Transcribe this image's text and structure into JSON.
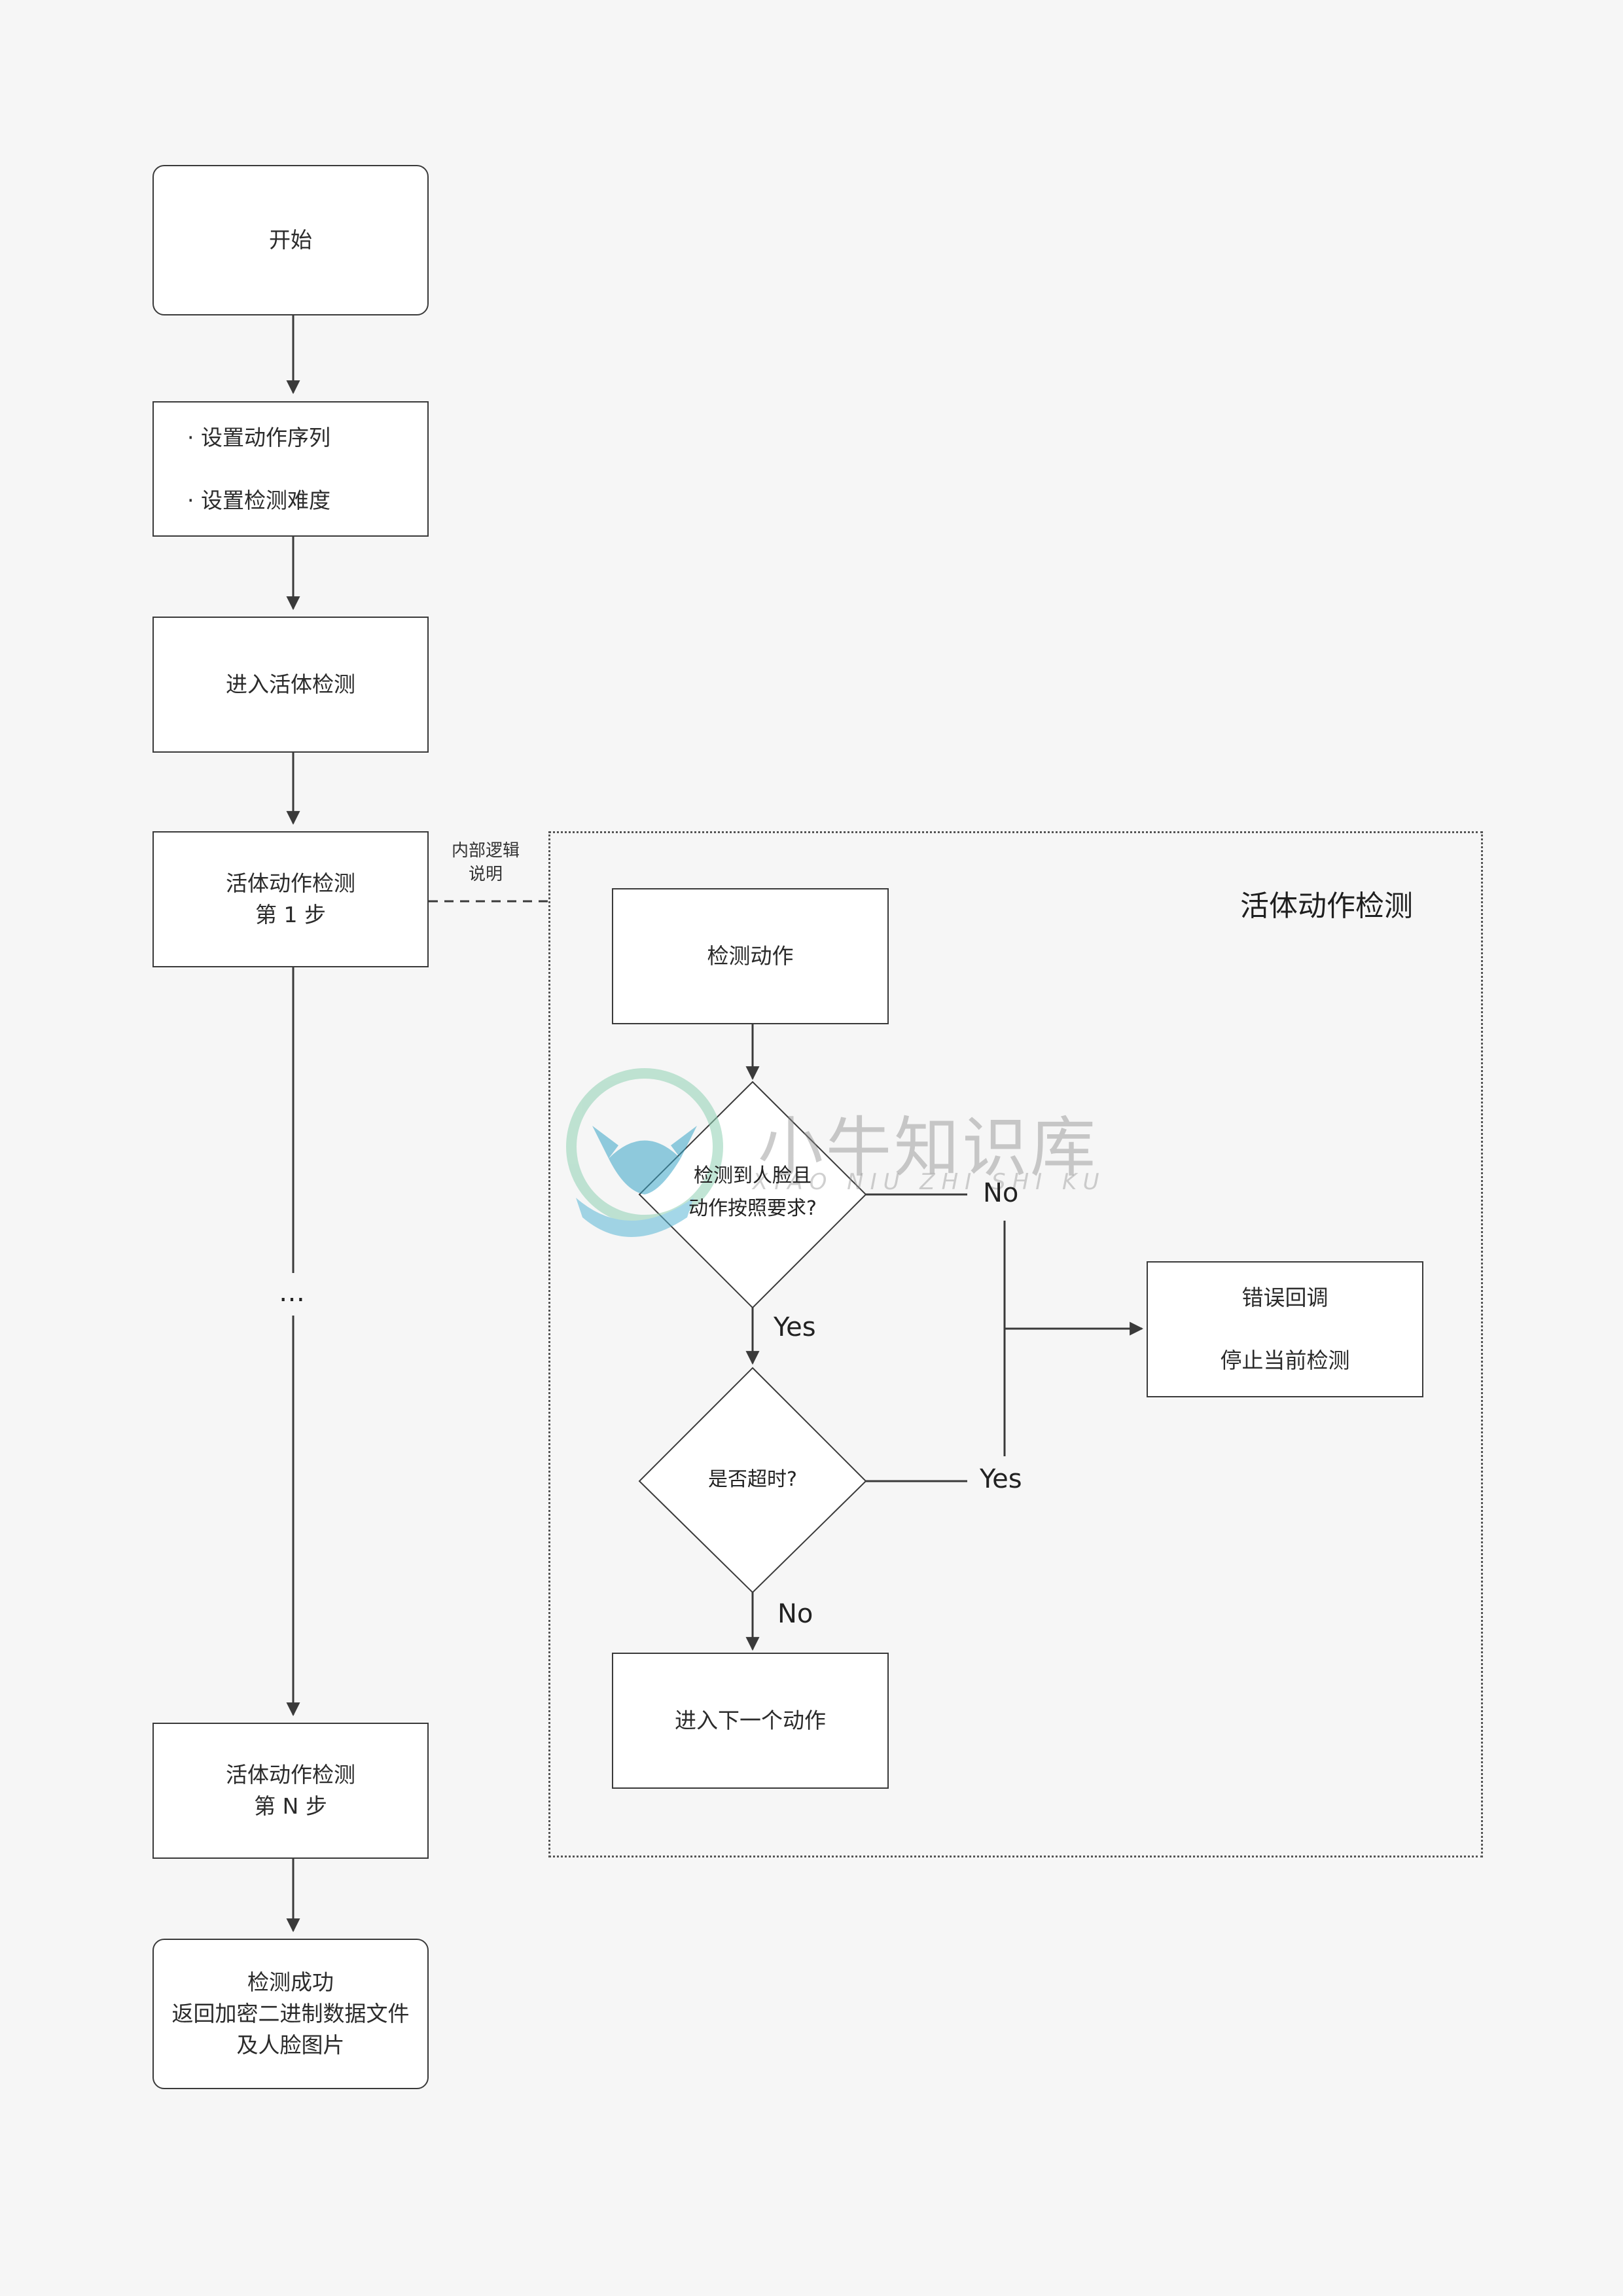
{
  "main_flow": {
    "start": "开始",
    "setup_items": [
      "设置动作序列",
      "设置检测难度"
    ],
    "enter_liveness": "进入活体检测",
    "step_1": [
      "活体动作检测",
      "第 1 步"
    ],
    "ellipsis": "…",
    "step_n": [
      "活体动作检测",
      "第 N 步"
    ],
    "success": [
      "检测成功",
      "返回加密二进制数据文件",
      "及人脸图片"
    ]
  },
  "internal_note": [
    "内部逻辑",
    "说明"
  ],
  "detail": {
    "title": "活体动作检测",
    "detect_action": "检测动作",
    "decision_face": [
      "检测到人脸且",
      "动作按照要求?"
    ],
    "label_no_1": "No",
    "label_yes_1": "Yes",
    "decision_timeout": "是否超时?",
    "label_yes_2": "Yes",
    "label_no_2": "No",
    "next_action": "进入下一个动作",
    "error_box": [
      "错误回调",
      "停止当前检测"
    ]
  },
  "watermark": {
    "text": "小牛知识库",
    "sub": "XIAO NIU ZHI SHI KU",
    "colors": {
      "ring": "#7cc7a8",
      "head": "#39a9c9"
    }
  },
  "colors": {
    "line": "#3a3a3a",
    "background": "#f6f6f6",
    "box": "#ffffff"
  }
}
